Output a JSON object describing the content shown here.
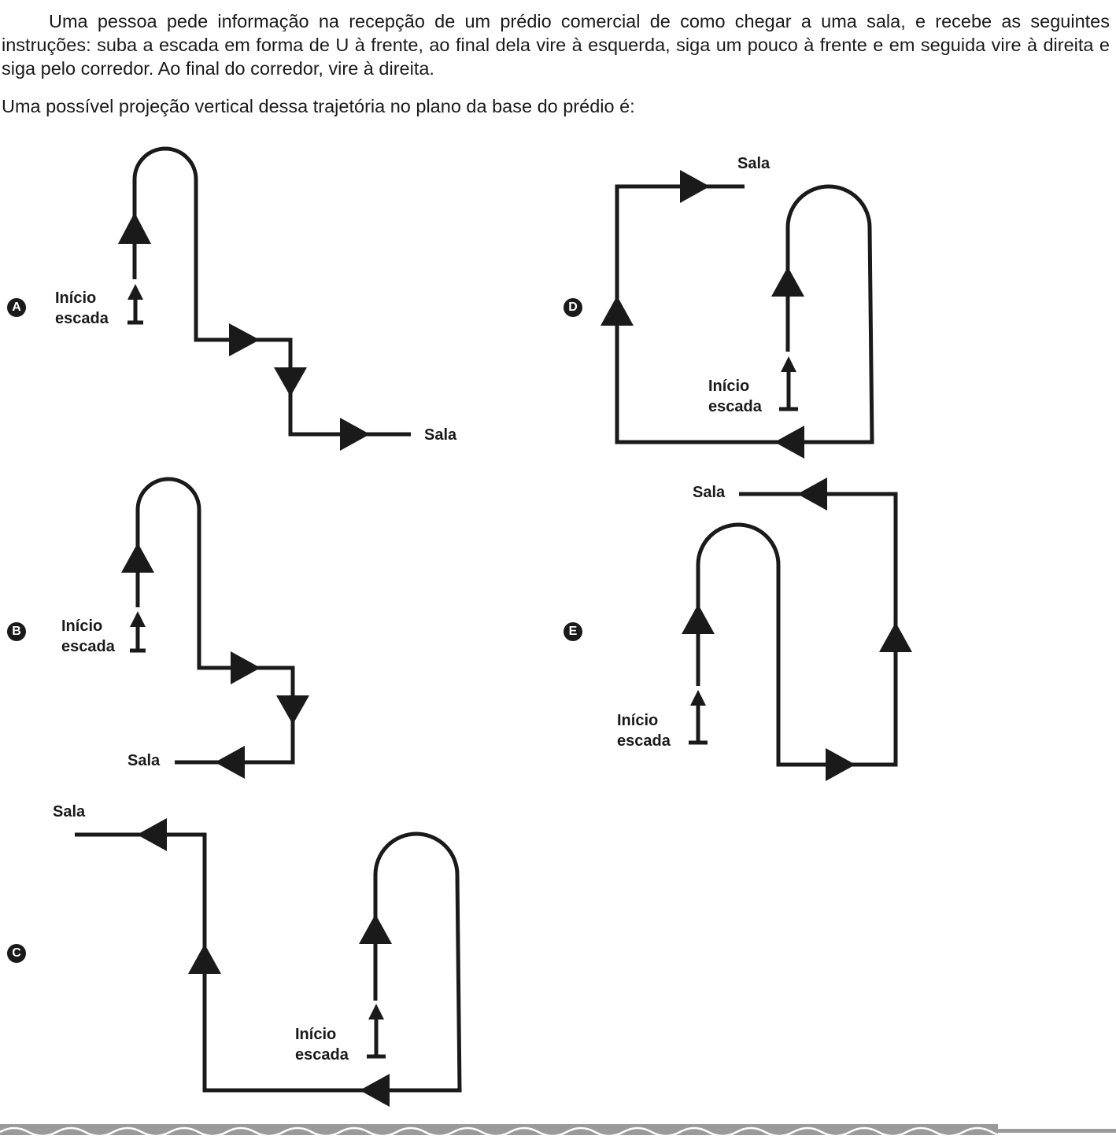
{
  "question": {
    "intro": "Uma pessoa pede informação na recepção de um prédio comercial de como chegar a uma sala, e recebe as seguintes instruções: suba a escada em forma de U à frente, ao final dela vire à esquerda, siga um pouco à frente e em seguida vire à direita e siga pelo corredor. Ao final do corredor, vire à direita.",
    "prompt": "Uma possível projeção vertical dessa trajetória no plano da base do prédio é:"
  },
  "labels": {
    "start_line1": "Início",
    "start_line2": "escada",
    "room": "Sala"
  },
  "options": [
    {
      "letter": "A"
    },
    {
      "letter": "B"
    },
    {
      "letter": "C"
    },
    {
      "letter": "D"
    },
    {
      "letter": "E"
    }
  ]
}
